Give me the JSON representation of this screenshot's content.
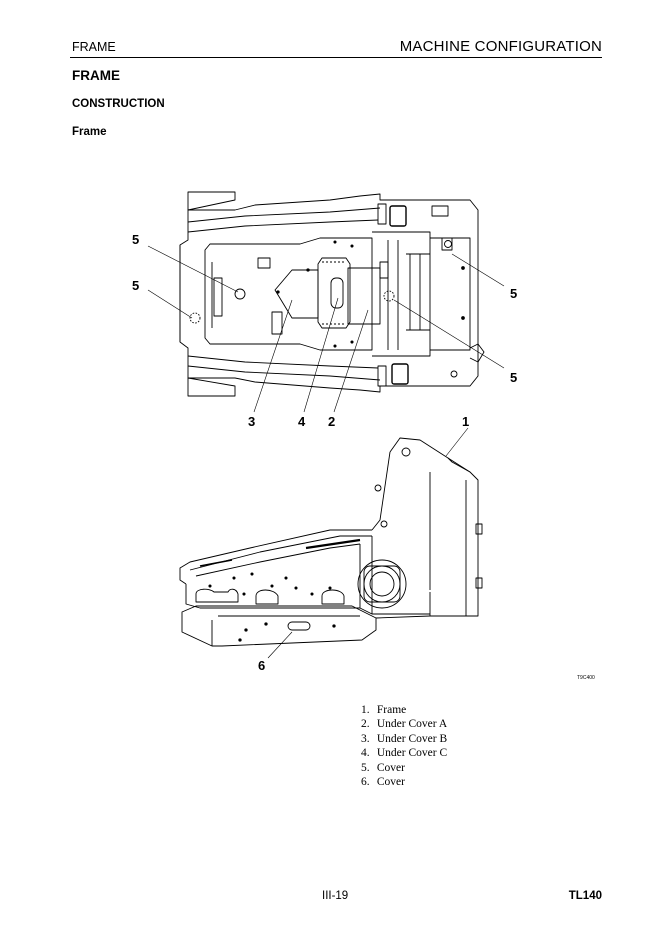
{
  "header": {
    "left": "FRAME",
    "right": "MACHINE CONFIGURATION"
  },
  "section_title": "FRAME",
  "subsection_title": "CONSTRUCTION",
  "subsubsection_title": "Frame",
  "figure": {
    "code": "T9C400",
    "callouts": {
      "top_left_a": "5",
      "top_left_b": "5",
      "top_right_a": "5",
      "top_right_b": "5",
      "bottom_a": "3",
      "bottom_b": "4",
      "bottom_c": "2",
      "side_top": "1",
      "side_bottom": "6"
    }
  },
  "legend": [
    {
      "num": "1.",
      "label": "Frame"
    },
    {
      "num": "2.",
      "label": "Under Cover A"
    },
    {
      "num": "3.",
      "label": "Under Cover B"
    },
    {
      "num": "4.",
      "label": "Under Cover C"
    },
    {
      "num": "5.",
      "label": "Cover"
    },
    {
      "num": "6.",
      "label": "Cover"
    }
  ],
  "footer": {
    "page": "III-19",
    "model": "TL140"
  }
}
